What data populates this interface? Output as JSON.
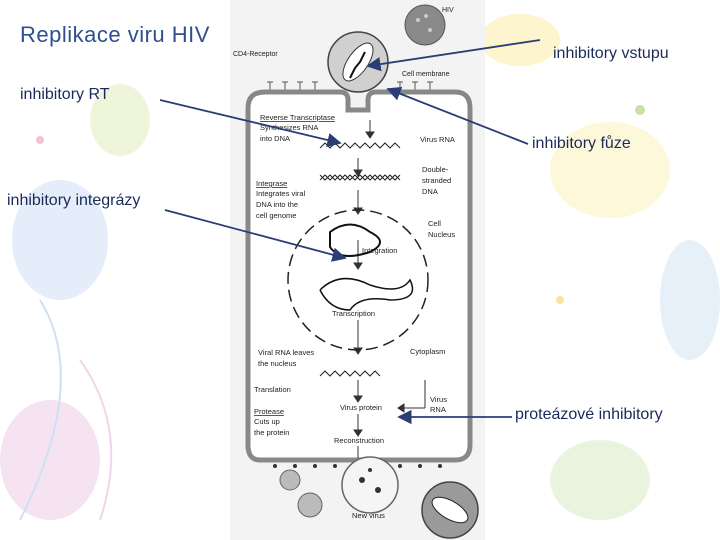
{
  "slide": {
    "title": "Replikace viru HIV",
    "labels": {
      "entry_inhibitors": "inhibitory vstupu",
      "rt_inhibitors": "inhibitory RT",
      "fusion_inhibitors": "inhibitory fůze",
      "integrase_inhibitors": "inhibitory integrázy",
      "protease_inhibitors": "proteázové inhibitory"
    },
    "arrow_color": "#2a3d75"
  },
  "diagram": {
    "hiv": "HIV",
    "cd4_receptor": "CD4-Receptor",
    "cell_membrane": "Cell membrane",
    "rt_title": "Reverse Transcriptase",
    "rt_line1": "Synthesizes RNA",
    "rt_line2": "into DNA",
    "virus_rna": "Virus RNA",
    "ds_line1": "Double-",
    "ds_line2": "stranded",
    "ds_line3": "DNA",
    "integrase_title": "Integrase",
    "integrase_line1": "Integrates viral",
    "integrase_line2": "DNA into the",
    "integrase_line3": "cell genome",
    "cell": "Cell",
    "nucleus": "Nucleus",
    "integration": "Integration",
    "transcription": "Transcription",
    "viral_rna_leaves_1": "Viral RNA leaves",
    "viral_rna_leaves_2": "the nucleus",
    "cytoplasm": "Cytoplasm",
    "translation": "Translation",
    "virus_label": "Virus",
    "rna_label": "RNA",
    "protease_title": "Protease",
    "protease_line1": "Cuts up",
    "protease_line2": "the protein",
    "virus_protein": "Virus protein",
    "reconstruction": "Reconstruction",
    "new_virus": "New virus"
  }
}
